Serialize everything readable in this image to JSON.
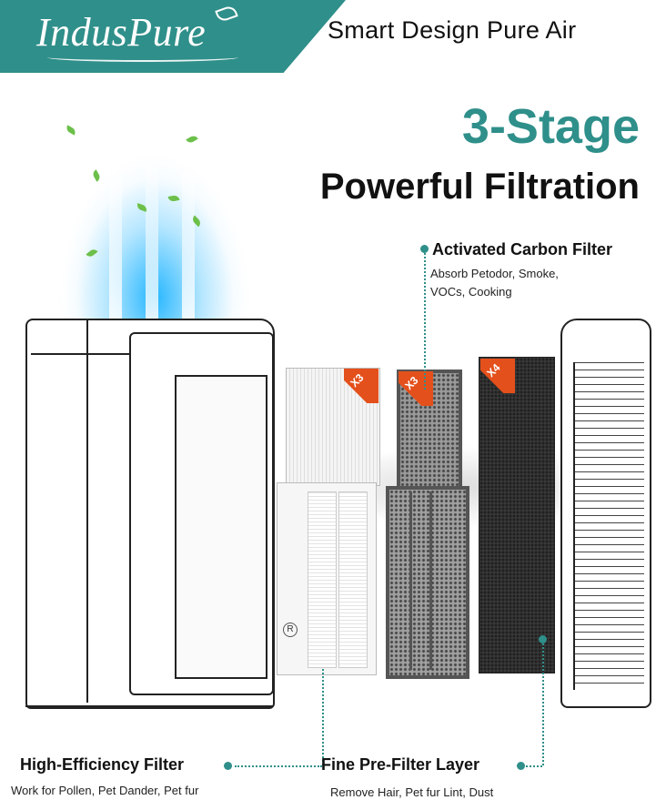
{
  "brand": {
    "logo": "IndusPure",
    "tagline": "Smart Design Pure Air"
  },
  "headline": {
    "stage": "3-Stage",
    "main": "Powerful Filtration"
  },
  "colors": {
    "teal": "#2f8f8a",
    "badge": "#e4501b"
  },
  "filters": {
    "hepa": {
      "count": "X3",
      "title": "High-Efficiency Filter",
      "desc": "Work for Pollen, Pet Dander, Pet fur"
    },
    "carbon": {
      "count": "X3",
      "title": "Activated Carbon Filter",
      "desc_line1": "Absorb Petodor, Smoke,",
      "desc_line2": "VOCs, Cooking"
    },
    "prefilter": {
      "count": "X4",
      "title": "Fine Pre-Filter Layer",
      "desc": "Remove Hair, Pet fur Lint, Dust"
    }
  }
}
